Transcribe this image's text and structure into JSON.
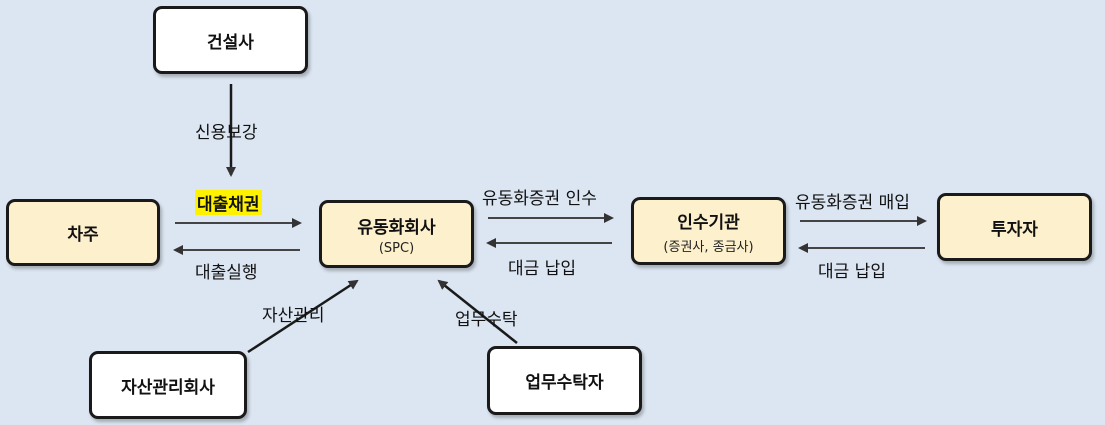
{
  "nodes": {
    "builder": {
      "title": "건설사"
    },
    "borrower": {
      "title": "차주"
    },
    "spc": {
      "title": "유동화회사",
      "sub": "(SPC)"
    },
    "underwriter": {
      "title": "인수기관",
      "sub": "(증권사, 종금사)"
    },
    "investor": {
      "title": "투자자"
    },
    "asset_manager": {
      "title": "자산관리회사"
    },
    "trustee": {
      "title": "업무수탁자"
    }
  },
  "edges": {
    "credit_enhancement": "신용보강",
    "loan_claim": "대출채권",
    "loan_execution": "대출실행",
    "abs_underwrite": "유동화증권 인수",
    "payment_1": "대금 납입",
    "abs_purchase": "유동화증권 매입",
    "payment_2": "대금 납입",
    "asset_management": "자산관리",
    "business_trust": "업무수탁"
  },
  "colors": {
    "background": "#dce6f2",
    "node_white": "#ffffff",
    "node_yellow": "#fdf0cc",
    "highlight": "#fff200",
    "arrow": "#333333"
  }
}
